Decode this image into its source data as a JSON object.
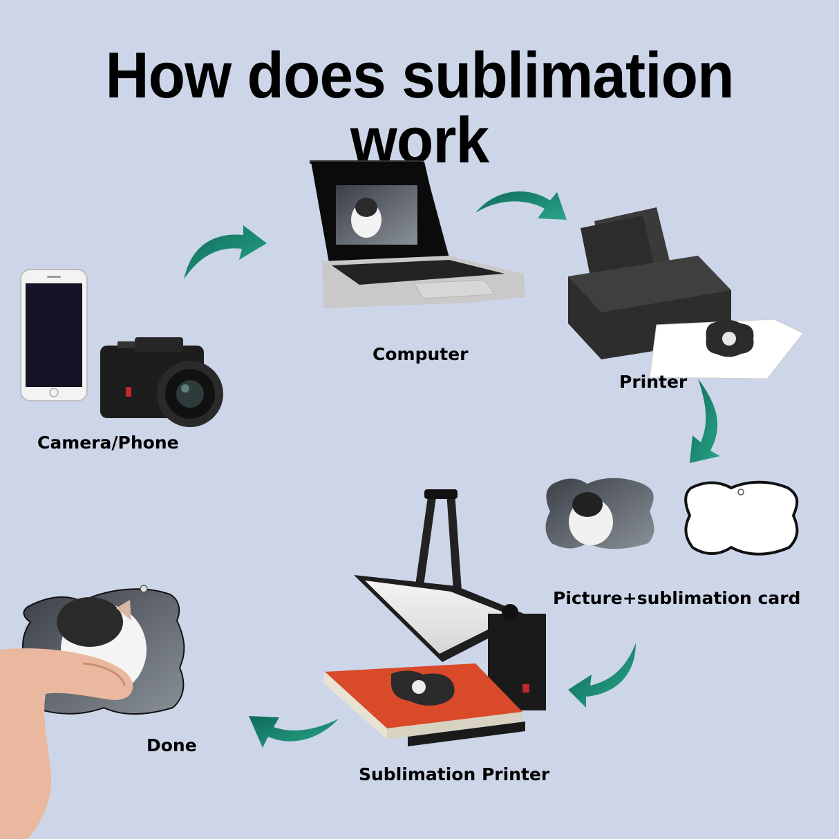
{
  "title": "How does sublimation work",
  "steps": {
    "camera_phone": "Camera/Phone",
    "computer": "Computer",
    "printer": "Printer",
    "picture_card": "Picture+sublimation card",
    "sublimation_printer": "Sublimation Printer",
    "done": "Done"
  },
  "colors": {
    "background": "#cdd6e8",
    "arrow": "#1f8f78",
    "device": "#1e1e1e",
    "press_pad": "#d94a2a"
  }
}
